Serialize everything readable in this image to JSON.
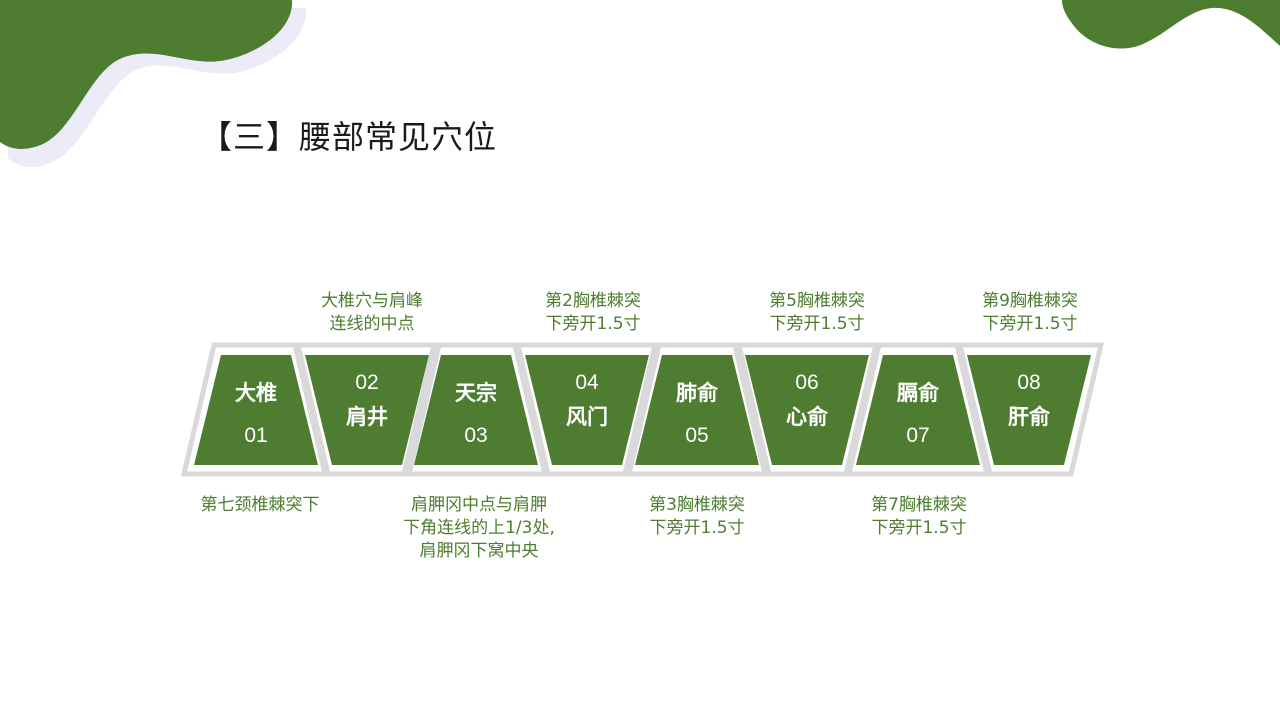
{
  "title": "【三】腰部常见穴位",
  "colors": {
    "accent": "#4e7d31",
    "frame": "#d9d9d9",
    "blob_shadow": "#ececf8"
  },
  "points": [
    {
      "num": "01",
      "name": "大椎",
      "desc": [
        "第七颈椎棘突下"
      ]
    },
    {
      "num": "02",
      "name": "肩井",
      "desc": [
        "大椎穴与肩峰",
        "连线的中点"
      ]
    },
    {
      "num": "03",
      "name": "天宗",
      "desc": [
        "肩胛冈中点与肩胛",
        "下角连线的上1/3处,",
        "肩胛冈下窝中央"
      ]
    },
    {
      "num": "04",
      "name": "风门",
      "desc": [
        "第2胸椎棘突",
        "下旁开1.5寸"
      ]
    },
    {
      "num": "05",
      "name": "肺俞",
      "desc": [
        "第3胸椎棘突",
        "下旁开1.5寸"
      ]
    },
    {
      "num": "06",
      "name": "心俞",
      "desc": [
        "第5胸椎棘突",
        "下旁开1.5寸"
      ]
    },
    {
      "num": "07",
      "name": "膈俞",
      "desc": [
        "第7胸椎棘突",
        "下旁开1.5寸"
      ]
    },
    {
      "num": "08",
      "name": "肝俞",
      "desc": [
        "第9胸椎棘突",
        "下旁开1.5寸"
      ]
    }
  ]
}
